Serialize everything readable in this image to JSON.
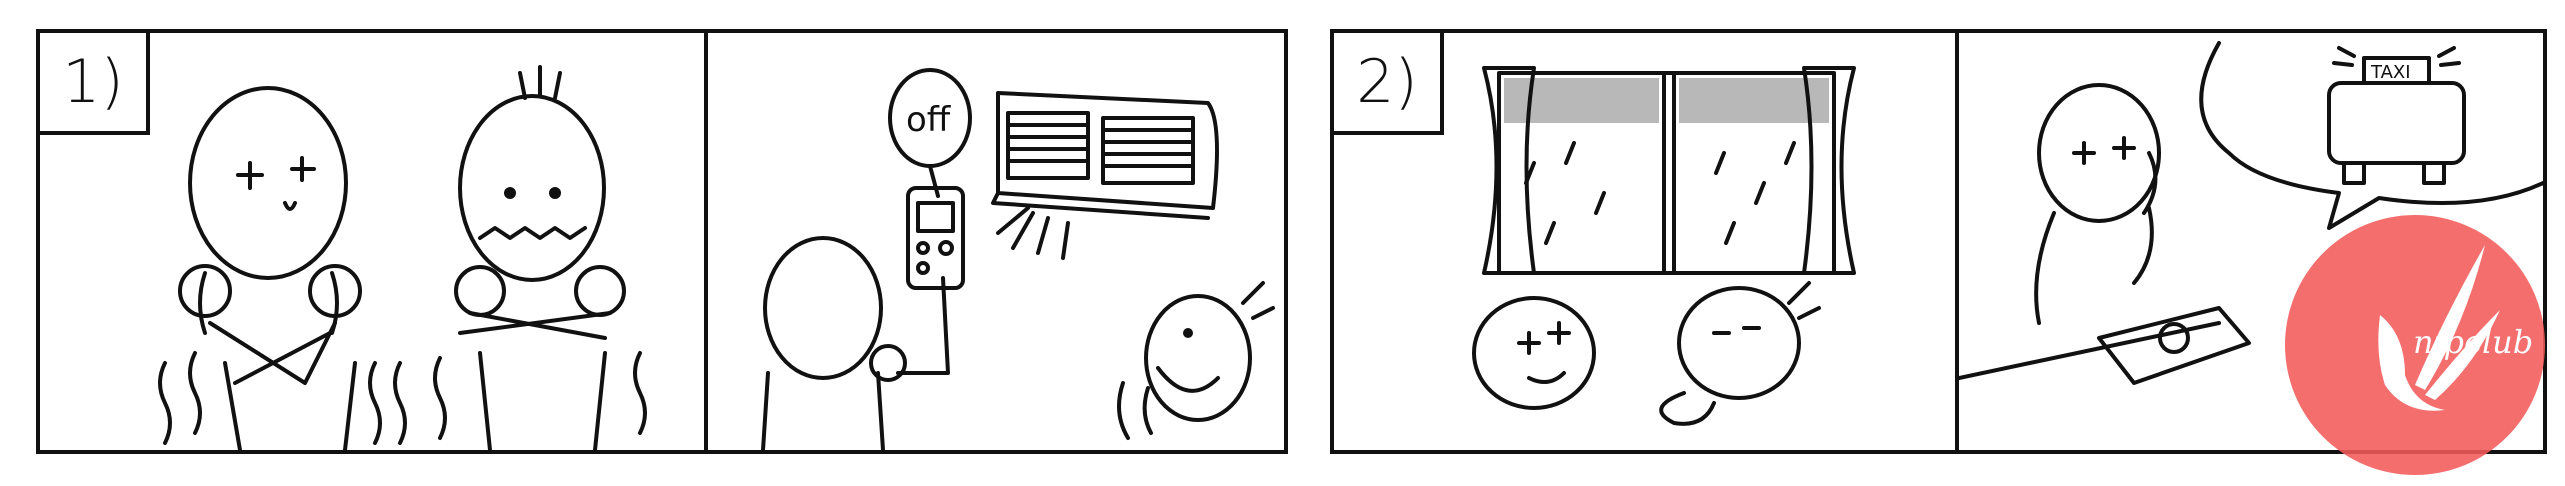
{
  "scenes": [
    {
      "label": "1)",
      "panels": [
        {
          "description_text": ""
        },
        {
          "speech_bubble": "off"
        }
      ]
    },
    {
      "label": "2)",
      "panels": [
        {},
        {
          "taxi_sign": "TAXI"
        }
      ]
    }
  ],
  "watermark": {
    "text": "njpclub",
    "color": "#f45b5b"
  }
}
